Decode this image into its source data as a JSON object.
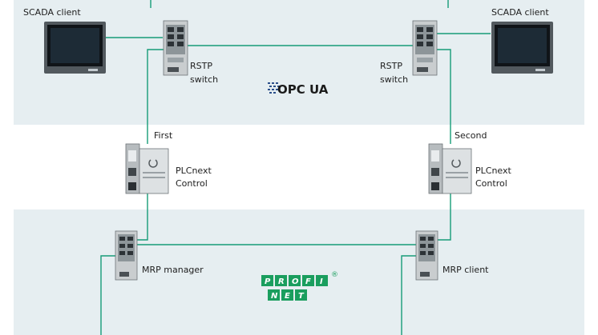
{
  "labels": {
    "scada_left": "SCADA client",
    "scada_right": "SCADA client",
    "rstp_left_1": "RSTP",
    "rstp_left_2": "switch",
    "rstp_right_1": "RSTP",
    "rstp_right_2": "switch",
    "first": "First",
    "second": "Second",
    "plc_left_1": "PLCnext",
    "plc_left_2": "Control",
    "plc_right_1": "PLCnext",
    "plc_right_2": "Control",
    "mrp_manager": "MRP manager",
    "mrp_client": "MRP client"
  },
  "logos": {
    "opcua": "OPC UA",
    "profinet_top": [
      "P",
      "R",
      "O",
      "F",
      "I"
    ],
    "profinet_bottom": [
      "N",
      "E",
      "T"
    ],
    "registered": "®"
  },
  "colors": {
    "zone_bg": "#e6eef1",
    "line": "#169c78",
    "profinet_green": "#1a9e5e"
  }
}
